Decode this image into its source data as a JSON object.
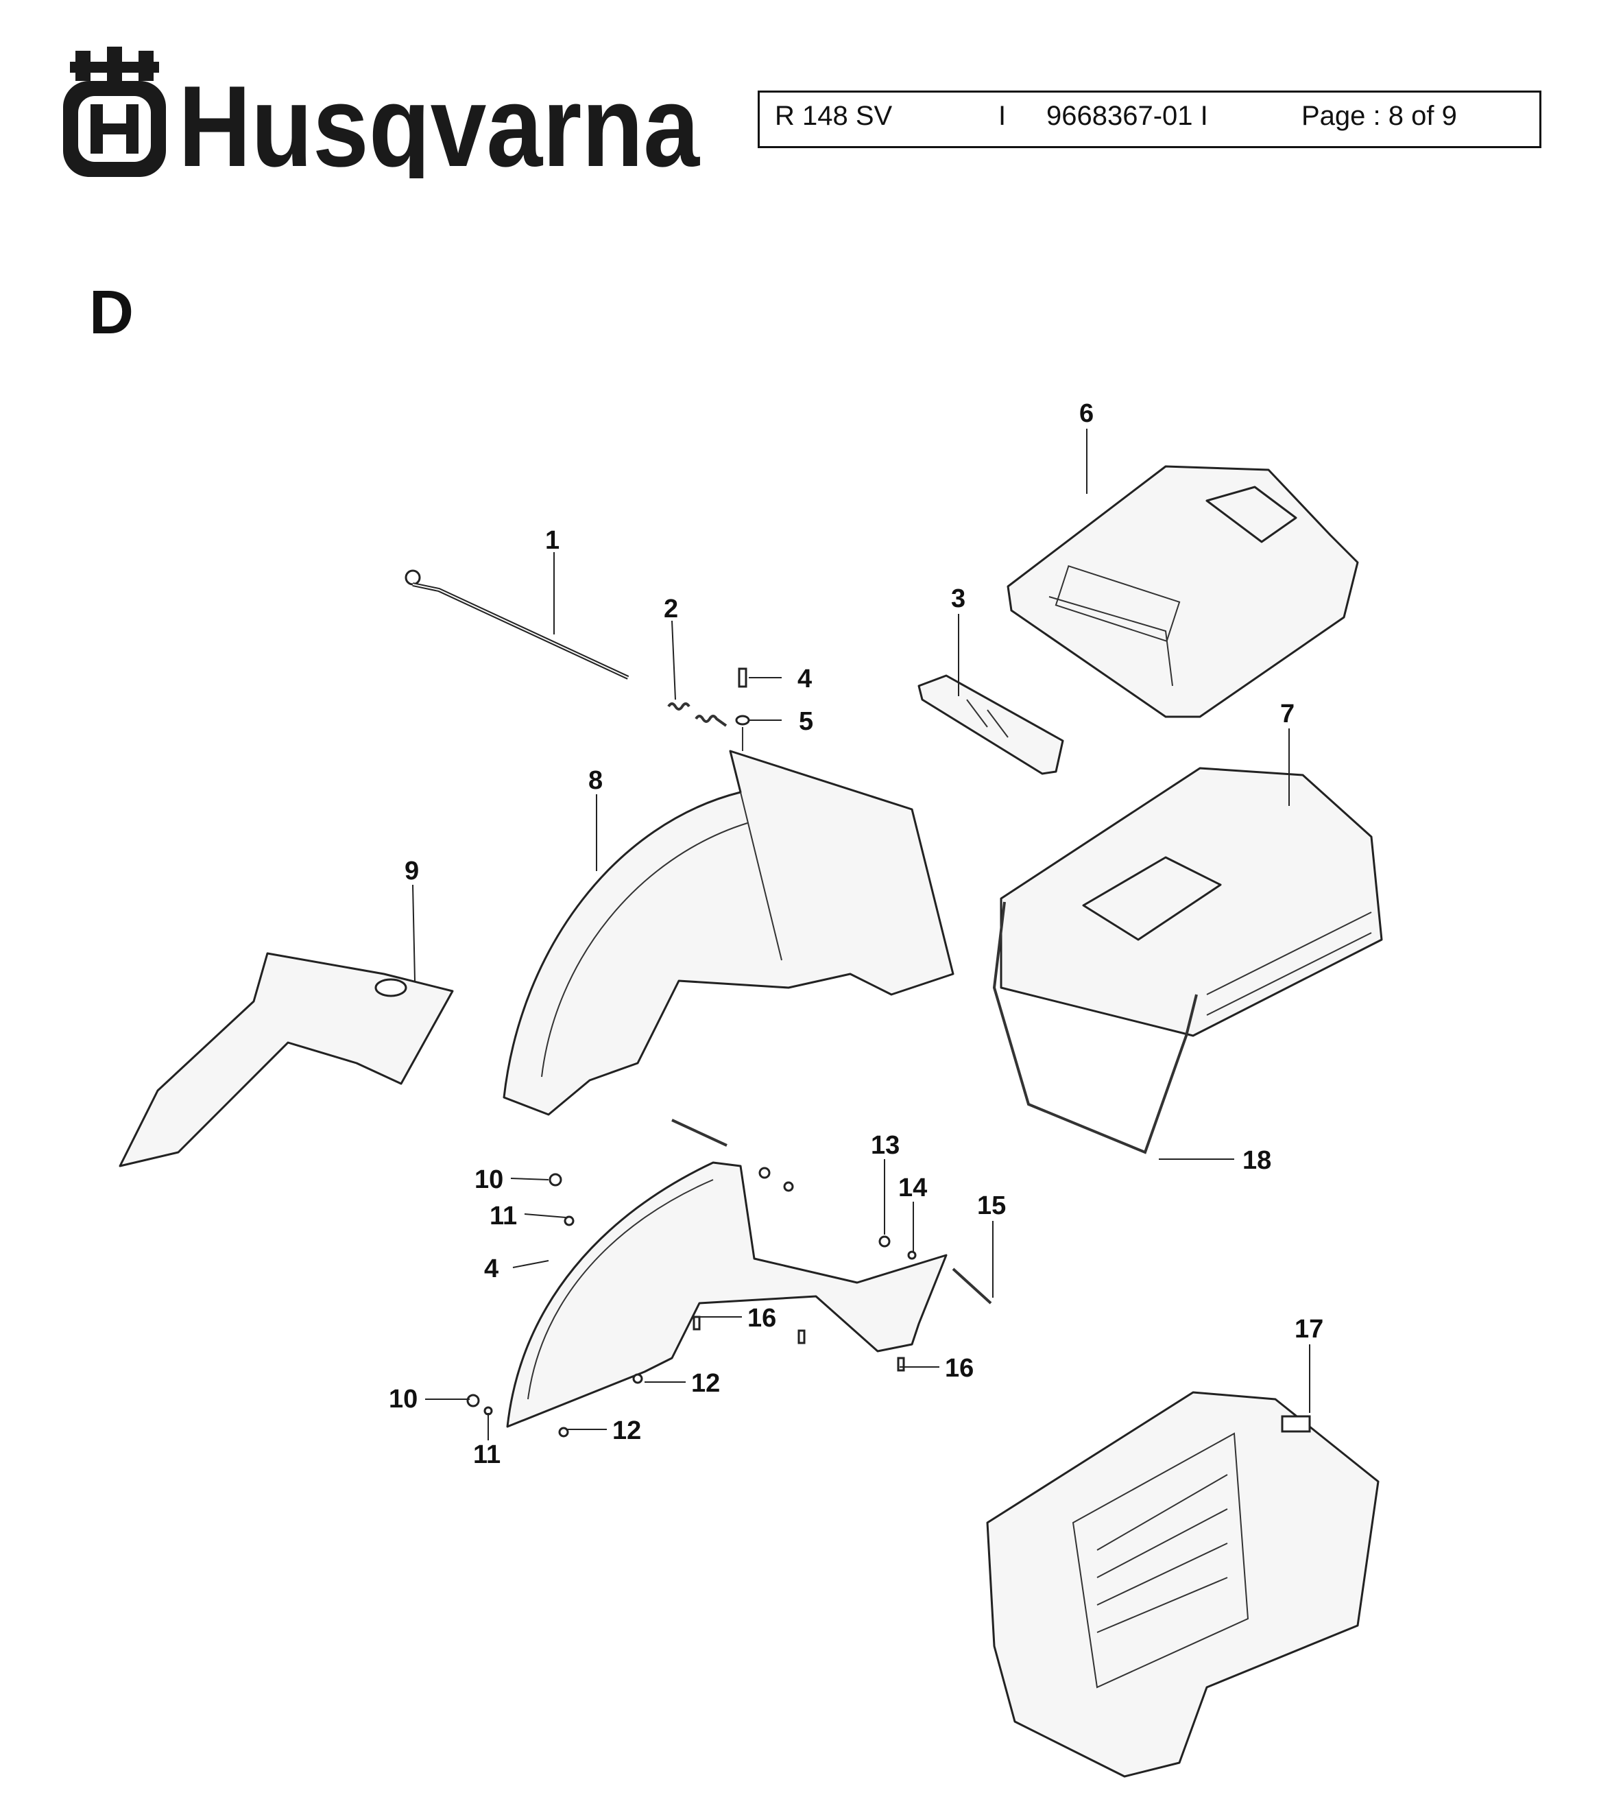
{
  "brand": {
    "name": "Husqvarna"
  },
  "header": {
    "model": "R 148 SV",
    "sep1": "I",
    "doc_number": "9668367-01 I",
    "page": "Page : 8 of 9"
  },
  "section_letter": "D",
  "callouts": [
    "1",
    "2",
    "3",
    "4",
    "5",
    "6",
    "7",
    "8",
    "9",
    "10",
    "11",
    "4",
    "13",
    "14",
    "15",
    "16",
    "16",
    "12",
    "12",
    "10",
    "11",
    "17",
    "18"
  ]
}
